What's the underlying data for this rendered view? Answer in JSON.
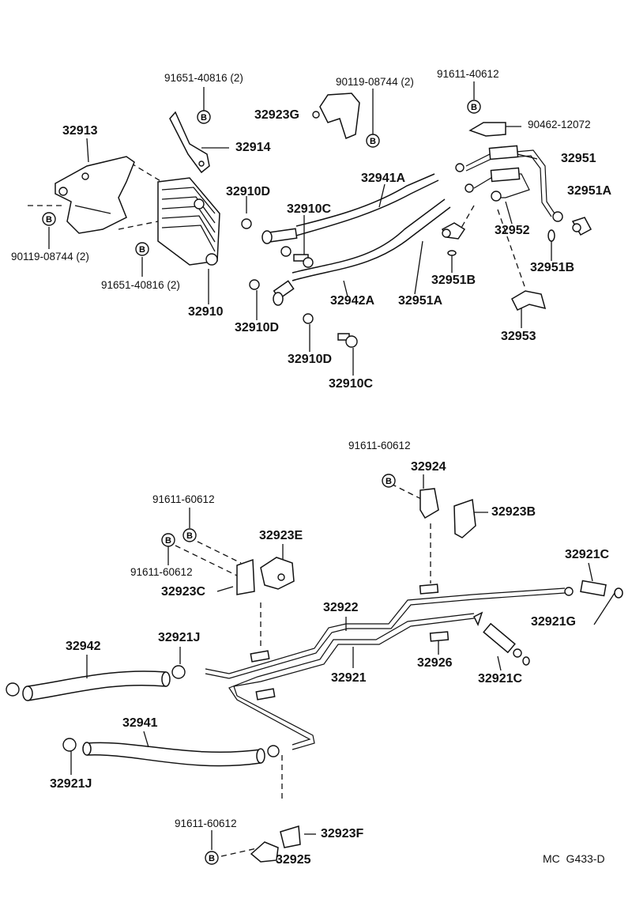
{
  "diagram_code": "MC  G433-D",
  "bolt_symbol": "B",
  "labels": {
    "p91651_40816_top": "91651-40816 (2)",
    "p90119_08744_top": "90119-08744 (2)",
    "p91611_40612": "91611-40612",
    "p32923G": "32923G",
    "p90462_12072": "90462-12072",
    "p32913": "32913",
    "p32914": "32914",
    "p32951": "32951",
    "p32941A": "32941A",
    "p32910D_a": "32910D",
    "p32951A_right": "32951A",
    "p32910C_a": "32910C",
    "p32952": "32952",
    "p90119_08744_left": "90119-08744 (2)",
    "p32951B_right": "32951B",
    "p91651_40816_left": "91651-40816 (2)",
    "p32951B_mid": "32951B",
    "p32910": "32910",
    "p32942A": "32942A",
    "p32951A_mid": "32951A",
    "p32910D_b": "32910D",
    "p32953": "32953",
    "p32910D_c": "32910D",
    "p32910C_b": "32910C",
    "p91611_60612_a": "91611-60612",
    "p32924": "32924",
    "p32923B": "32923B",
    "p91611_60612_b": "91611-60612",
    "p32923E": "32923E",
    "p91611_60612_c": "91611-60612",
    "p32923C": "32923C",
    "p32921C_a": "32921C",
    "p32922": "32922",
    "p32921G": "32921G",
    "p32942": "32942",
    "p32921J_a": "32921J",
    "p32926": "32926",
    "p32921": "32921",
    "p32921C_b": "32921C",
    "p32941": "32941",
    "p32921J_b": "32921J",
    "p91611_60612_d": "91611-60612",
    "p32923F": "32923F",
    "p32925": "32925"
  }
}
